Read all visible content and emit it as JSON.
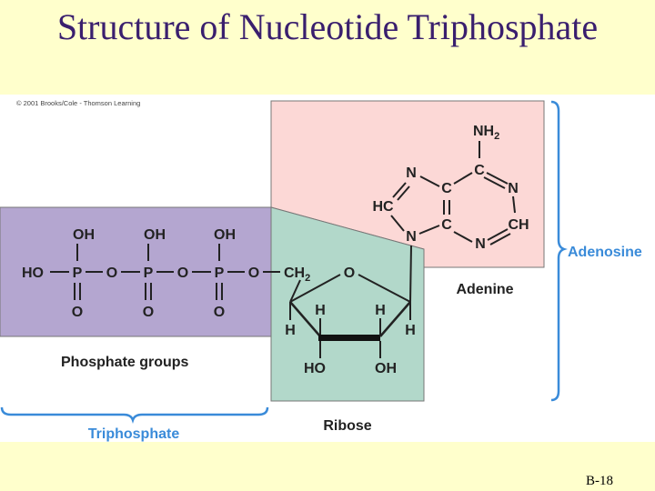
{
  "slide": {
    "title": "Structure of Nucleotide Triphosphate",
    "slide_number": "B-18",
    "copyright": "© 2001 Brooks/Cole - Thomson Learning"
  },
  "regions": {
    "phosphate_groups": "Phosphate groups",
    "ribose": "Ribose",
    "adenine": "Adenine",
    "adenosine": "Adenosine",
    "triphosphate": "Triphosphate"
  },
  "atoms": {
    "oh": "OH",
    "ho": "HO",
    "p": "P",
    "o": "O",
    "ch": "CH",
    "sub2": "2",
    "c": "C",
    "n": "N",
    "hc": "HC",
    "nh": "NH",
    "h": "H"
  },
  "colors": {
    "phosphate_fill": "#b4a6d0",
    "ribose_fill": "#b2d8ca",
    "adenine_fill": "#fcd8d6",
    "bracket": "#3a8bd9",
    "title": "#3a1f6e",
    "background": "#ffffcc"
  }
}
